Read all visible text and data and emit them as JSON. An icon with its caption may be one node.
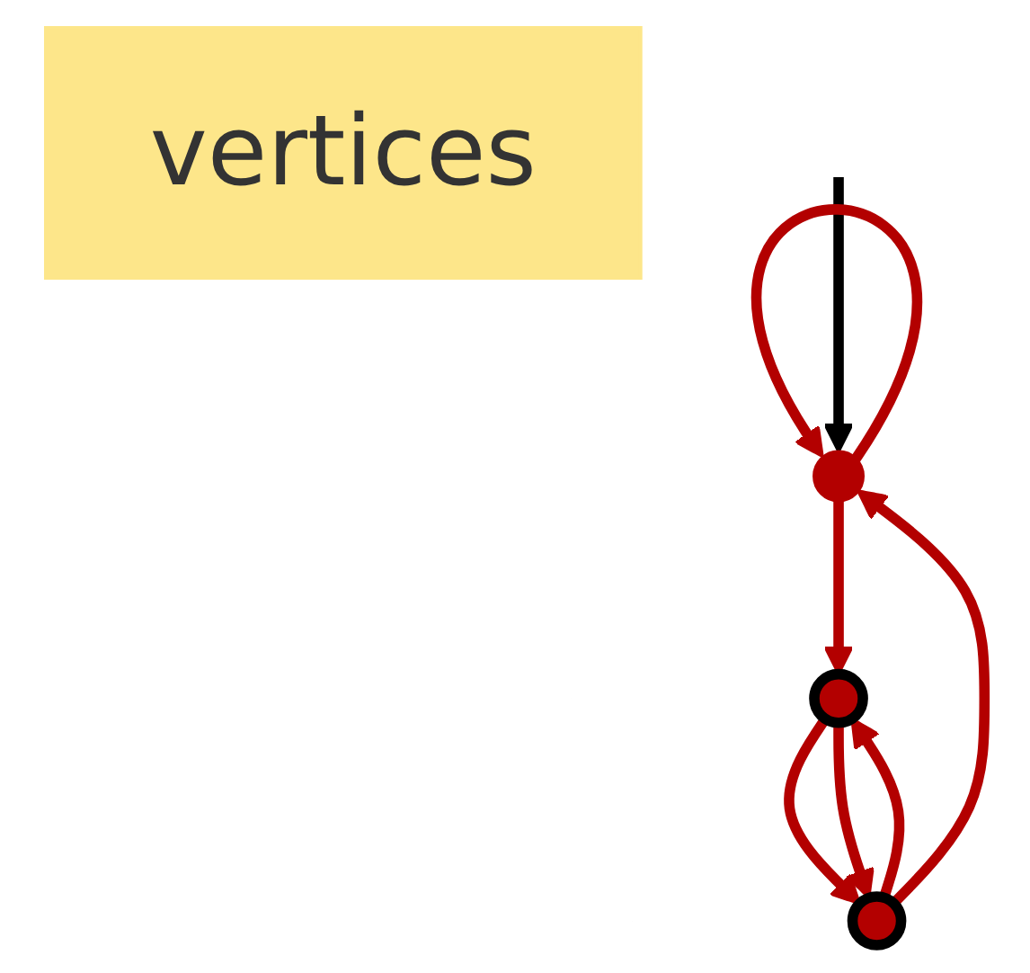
{
  "diagram": {
    "nodes": [
      {
        "text": [],
        "shape": "circle"
      },
      {
        "text": [],
        "shape": "circle"
      },
      {
        "text": [],
        "shape": "circle"
      },
      {
        "text": [
          "vertices"
        ]
      }
    ],
    "edges": [
      {
        "from": 0,
        "to": 0,
        "arrow": "to"
      },
      {
        "from": 0,
        "to": 1,
        "arrow": "to"
      },
      {
        "from": 1,
        "to": 2,
        "arrow": "to"
      },
      {
        "from": 1,
        "to": 2,
        "arrow": "to"
      },
      {
        "from": 2,
        "to": 1,
        "arrow": "to"
      },
      {
        "from": 2,
        "to": 0,
        "arrow": "to"
      },
      {
        "from": null,
        "to": 0,
        "arrow": "to",
        "color": "#000000"
      }
    ]
  }
}
